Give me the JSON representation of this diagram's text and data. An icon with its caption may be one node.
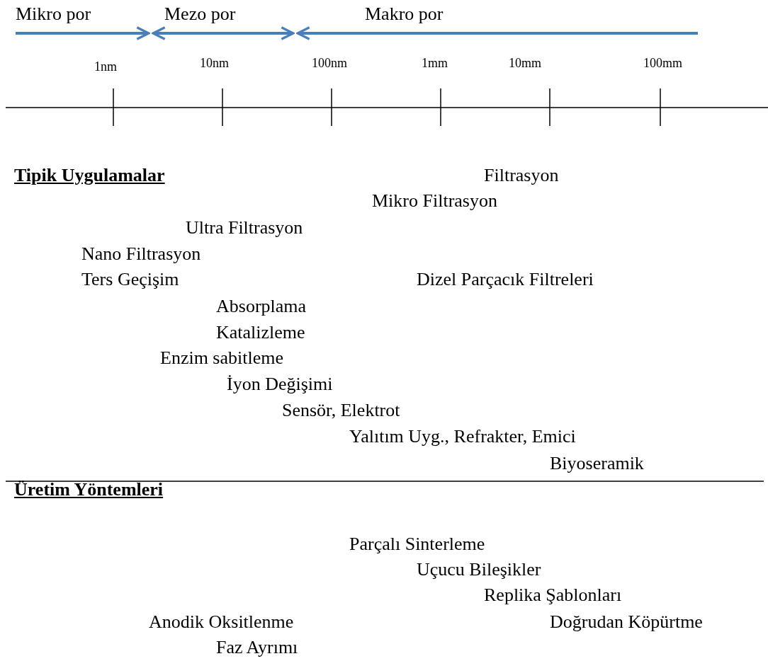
{
  "diagram": {
    "labels": [
      "Mikro por",
      "Mezo por",
      "Makro por",
      "1nm",
      "10nm",
      "100nm",
      "1mm",
      "10mm",
      "100mm",
      "Tipik Uygulamalar",
      "Filtrasyon",
      "Mikro Filtrasyon",
      "Ultra Filtrasyon",
      "Nano Filtrasyon",
      "Ters Geçişim",
      "Dizel Parçacık Filtreleri",
      "Absorplama",
      "Katalizleme",
      "Enzim sabitleme",
      "İyon Değişimi",
      "Sensör, Elektrot",
      "Yalıtım Uyg., Refrakter, Emici",
      "Biyoseramik",
      "Üretim Yöntemleri",
      "Parçalı Sinterleme",
      "Uçucu Bileşikler",
      "Replika Şablonları",
      "Anodik Oksitlenme",
      "Doğrudan Köpürtme",
      "Faz Ayrımı"
    ]
  }
}
